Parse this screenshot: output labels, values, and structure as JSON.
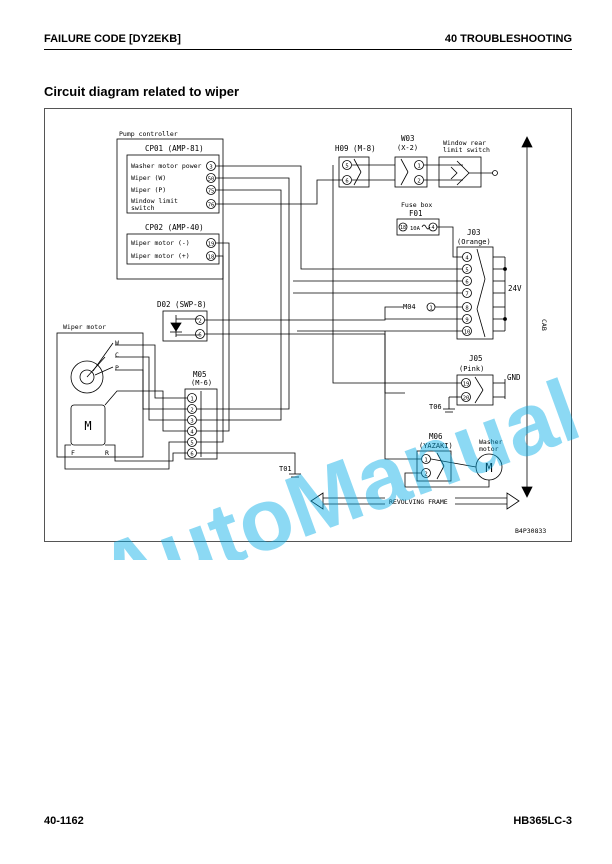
{
  "header": {
    "left": "FAILURE CODE [DY2EKB]",
    "right": "40 TROUBLESHOOTING"
  },
  "title": "Circuit diagram related to wiper",
  "footer": {
    "left": "40-1162",
    "right": "HB365LC-3"
  },
  "watermark": "AutoManual",
  "diagram": {
    "pump_controller": "Pump controller",
    "cp01": "CP01 (AMP-81)",
    "cp01_pins": [
      {
        "label": "Washer motor power",
        "pin": "3"
      },
      {
        "label": "Wiper (W)",
        "pin": "50"
      },
      {
        "label": "Wiper (P)",
        "pin": "75"
      },
      {
        "label": "Window limit",
        "pin": "76"
      }
    ],
    "cp01_switch": "switch",
    "cp02": "CP02 (AMP-40)",
    "cp02_pins": [
      {
        "label": "Wiper motor (-)",
        "pin": "19"
      },
      {
        "label": "Wiper motor (+)",
        "pin": "18"
      }
    ],
    "d02": "D02 (SWP-8)",
    "d02_pins": [
      "2",
      "6"
    ],
    "wiper_motor": "Wiper motor",
    "wiper_terms": [
      "W",
      "C",
      "P"
    ],
    "wiper_bottom": [
      "F",
      "R"
    ],
    "m05": "M05",
    "m05_type": "(M-6)",
    "m05_pins": [
      "1",
      "2",
      "3",
      "4",
      "5",
      "6"
    ],
    "h09": "H09 (M-8)",
    "h09_pins": [
      "5",
      "6"
    ],
    "w03": "W03",
    "w03_type": "(X-2)",
    "w03_pins": [
      "1",
      "2"
    ],
    "window_switch": [
      "Window rear",
      "limit switch"
    ],
    "fuse_box": "Fuse box",
    "f01": "F01",
    "f01_pins": [
      "18",
      "4"
    ],
    "f01_rating": "10A",
    "j03": "J03",
    "j03_color": "(Orange)",
    "j03_pins": [
      "4",
      "5",
      "6",
      "7",
      "8",
      "9",
      "10"
    ],
    "v24": "24V",
    "m04": "M04",
    "m04_pin": "1",
    "j05": "J05",
    "j05_color": "(Pink)",
    "j05_pins": [
      "19",
      "20"
    ],
    "gnd": "GND",
    "t06": "T06",
    "t01": "T01",
    "m06": "M06",
    "m06_type": "(YAZAKI)",
    "m06_pins": [
      "1",
      "2"
    ],
    "washer_motor": [
      "Washer",
      "motor"
    ],
    "motor_symbol": "M",
    "cab": "CAB",
    "revolving_frame": "REVOLVING FRAME",
    "ref": "B4P30833"
  }
}
